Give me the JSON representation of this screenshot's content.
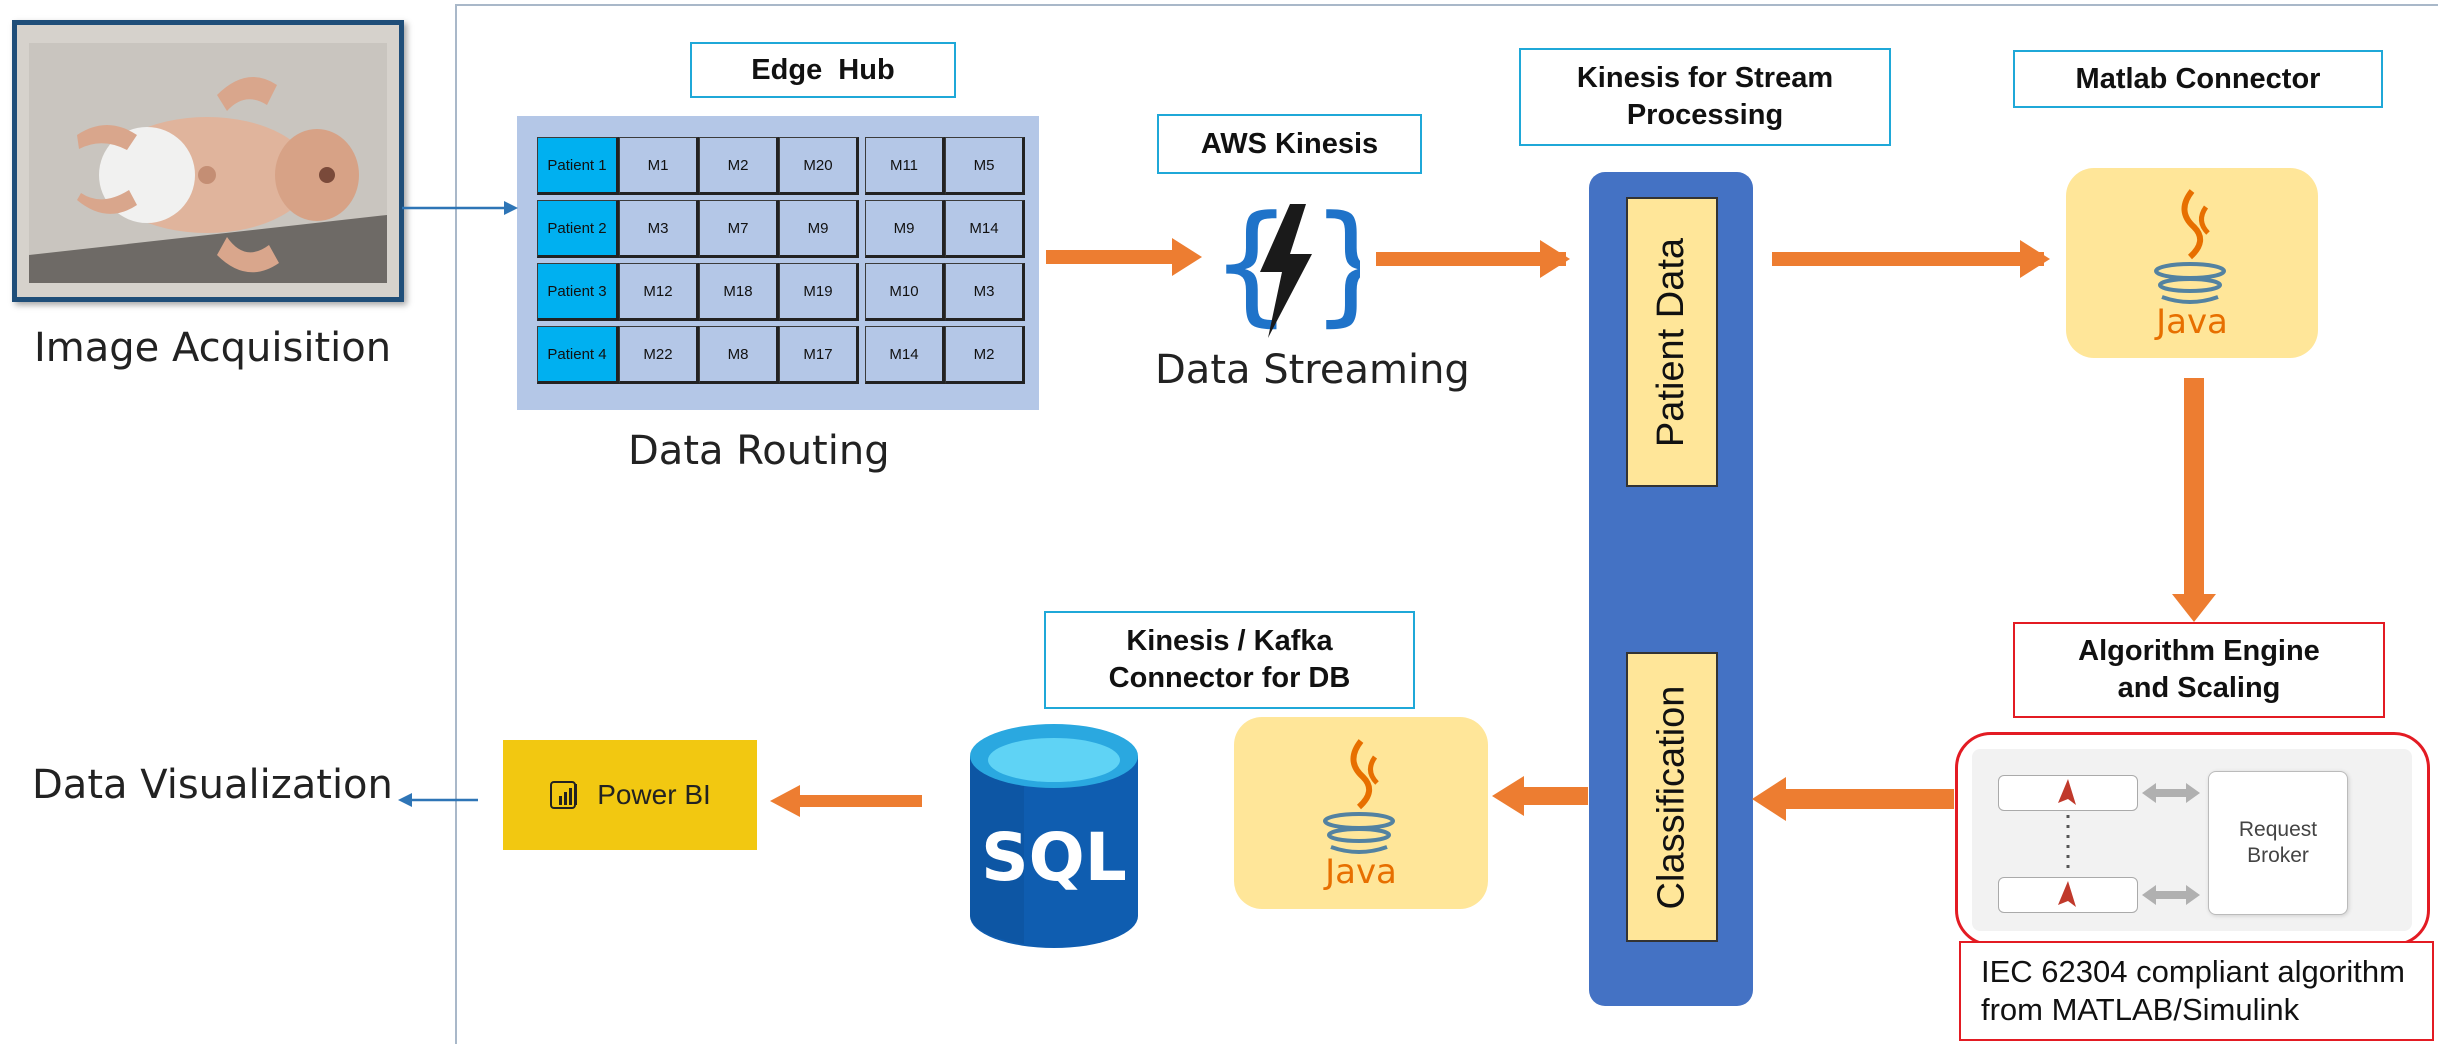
{
  "captions": {
    "image_acquisition": "Image Acquisition",
    "data_routing": "Data Routing",
    "data_streaming": "Data Streaming",
    "data_visualization": "Data Visualization"
  },
  "labels": {
    "edge_hub": "Edge  Hub",
    "aws_kinesis": "AWS Kinesis",
    "kinesis_stream_line1": "Kinesis for Stream",
    "kinesis_stream_line2": "Processing",
    "matlab_connector": "Matlab Connector",
    "algorithm_engine_line1": "Algorithm Engine",
    "algorithm_engine_line2": "and Scaling",
    "kafka_connector_line1": "Kinesis / Kafka",
    "kafka_connector_line2": "Connector for DB"
  },
  "routing_table": [
    [
      "Patient 1",
      "M1",
      "M2",
      "M20",
      "M11",
      "M5"
    ],
    [
      "Patient 2",
      "M3",
      "M7",
      "M9",
      "M9",
      "M14"
    ],
    [
      "Patient 3",
      "M12",
      "M18",
      "M19",
      "M10",
      "M3"
    ],
    [
      "Patient 4",
      "M22",
      "M8",
      "M17",
      "M14",
      "M2"
    ]
  ],
  "bar_labels": {
    "patient_data": "Patient Data",
    "classification": "Classification"
  },
  "java_text": "Java",
  "sql_text": "SQL",
  "power_bi_text": "Power BI",
  "engine": {
    "broker_line1": "Request",
    "broker_line2": "Broker"
  },
  "iec_note": {
    "line1": "IEC 62304 compliant algorithm",
    "line2": "from MATLAB/Simulink"
  },
  "colors": {
    "arrow_orange": "#ed7d31",
    "arrow_blue": "#2e75b6",
    "bar_blue": "#4472c4",
    "label_border_cyan": "#1fa8d8",
    "label_border_red": "#e31b23",
    "java_bg": "#ffe699",
    "routing_bg": "#b4c7e7",
    "patient_cell": "#00b0f0",
    "powerbi_yellow": "#f2c811",
    "sql_blue": "#0f5db0"
  }
}
